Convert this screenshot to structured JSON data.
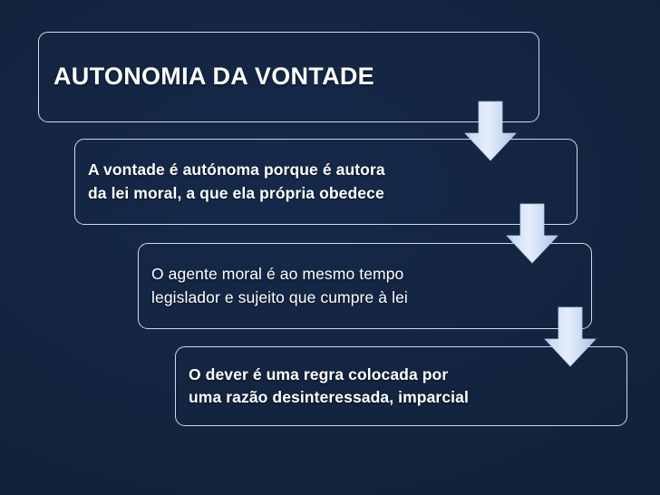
{
  "slide": {
    "title": "AUTONOMIA DA VONTADE",
    "background_color": "#12243e",
    "border_color": "#cfd9e6",
    "text_color": "#ffffff",
    "arrow_color_light": "#e2ecfb",
    "arrow_color_dark": "#b6cdeb"
  },
  "diagram": {
    "type": "process-flow",
    "direction": "top-to-bottom-cascade",
    "nodes": [
      {
        "id": "title",
        "label": "AUTONOMIA DA VONTADE",
        "role": "heading"
      },
      {
        "id": "step1",
        "label": "A vontade é autónoma porque é autora\nda lei moral, a que ela própria obedece",
        "role": "step"
      },
      {
        "id": "step2",
        "label": "O agente moral é ao mesmo tempo\nlegislador e sujeito que cumpre à lei",
        "role": "step"
      },
      {
        "id": "step3",
        "label": "O dever é uma regra colocada por\numa razão desinteressada, imparcial",
        "role": "step"
      }
    ],
    "connectors": [
      {
        "id": "arrow-1",
        "from": "title",
        "to": "step1",
        "icon": "arrow-down-icon"
      },
      {
        "id": "arrow-2",
        "from": "step1",
        "to": "step2",
        "icon": "arrow-down-icon"
      },
      {
        "id": "arrow-3",
        "from": "step2",
        "to": "step3",
        "icon": "arrow-down-icon"
      }
    ]
  }
}
